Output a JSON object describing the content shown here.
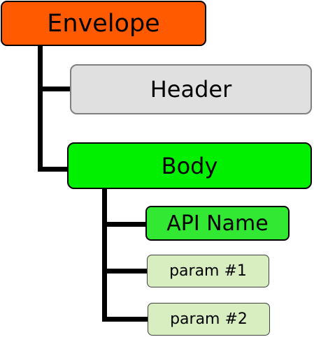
{
  "nodes": {
    "envelope": {
      "label": "Envelope",
      "color": "#FF5A00"
    },
    "header": {
      "label": "Header",
      "color": "#E0E0E0"
    },
    "body": {
      "label": "Body",
      "color": "#00F000"
    },
    "api_name": {
      "label": "API Name",
      "color": "#33E833"
    },
    "param1": {
      "label": "param #1",
      "color": "#D8EEC0"
    },
    "param2": {
      "label": "param #2",
      "color": "#D8EEC0"
    }
  },
  "tree": {
    "envelope": [
      "header",
      "body"
    ],
    "body": [
      "api_name",
      "param1",
      "param2"
    ]
  },
  "connector_color": "#000000"
}
